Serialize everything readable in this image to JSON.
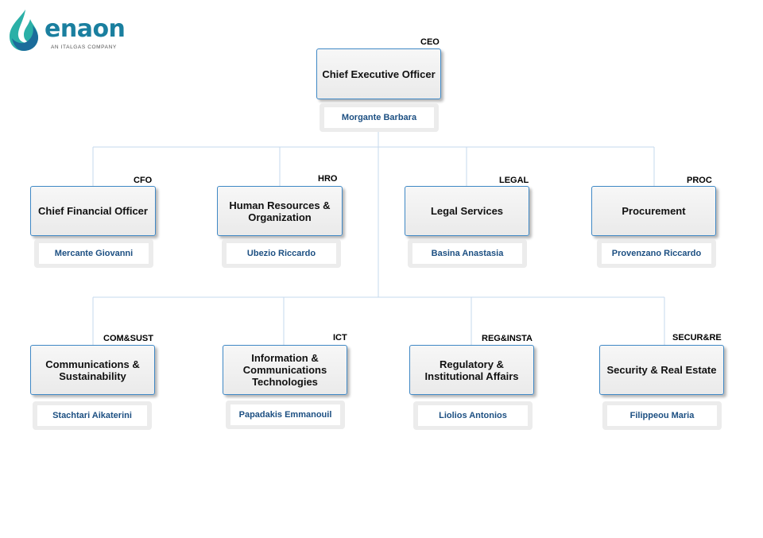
{
  "brand": {
    "name": "enaon",
    "tagline": "AN ITALGAS COMPANY",
    "name_color": "#1a7f9f",
    "drop_colors": [
      "#2bb0a7",
      "#1b6c9b"
    ]
  },
  "colors": {
    "box_border": "#3f88c5",
    "connector": "#c5d8ec",
    "name_text": "#1c4f82"
  },
  "org": {
    "ceo": {
      "code": "CEO",
      "title": "Chief Executive Officer",
      "name": "Morgante Barbara"
    },
    "row1": [
      {
        "code": "CFO",
        "title": "Chief Financial Officer",
        "name": "Mercante Giovanni"
      },
      {
        "code": "HRO",
        "title": "Human Resources &\nOrganization",
        "name": "Ubezio Riccardo"
      },
      {
        "code": "LEGAL",
        "title": "Legal Services",
        "name": "Basina Anastasia"
      },
      {
        "code": "PROC",
        "title": "Procurement",
        "name": "Provenzano Riccardo"
      }
    ],
    "row2": [
      {
        "code": "COM&SUST",
        "title": "Communications &\nSustainability",
        "name": "Stachtari Aikaterini"
      },
      {
        "code": "ICT",
        "title": "Information &\nCommunications\nTechnologies",
        "name": "Papadakis Emmanouil"
      },
      {
        "code": "REG&INSTA",
        "title": "Regulatory &\nInstitutional Affairs",
        "name": "Liolios Antonios"
      },
      {
        "code": "SECUR&RE",
        "title": "Security & Real Estate",
        "name": "Filippeou Maria"
      }
    ]
  }
}
